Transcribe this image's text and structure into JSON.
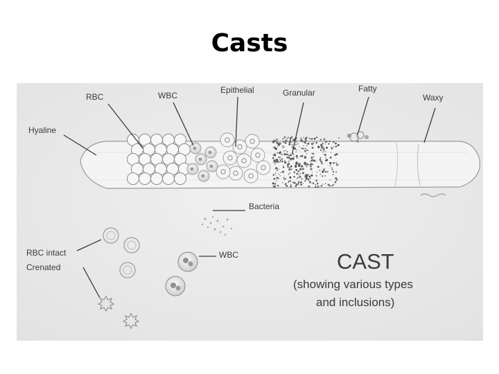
{
  "slide": {
    "title": "Casts"
  },
  "figure": {
    "cast_labels": {
      "hyaline": "Hyaline",
      "rbc": "RBC",
      "wbc": "WBC",
      "epithelial": "Epithelial",
      "granular": "Granular",
      "fatty": "Fatty",
      "waxy": "Waxy"
    },
    "other_labels": {
      "bacteria": "Bacteria",
      "wbc": "WBC",
      "rbc_intact": "RBC intact",
      "crenated": "Crenated"
    },
    "caption": {
      "heading": "CAST",
      "line1": "(showing various types",
      "line2": "and inclusions)"
    },
    "colors": {
      "background": "#ebebeb",
      "cast_fill": "#f4f4f4",
      "ink": "#3a3a3a"
    }
  }
}
